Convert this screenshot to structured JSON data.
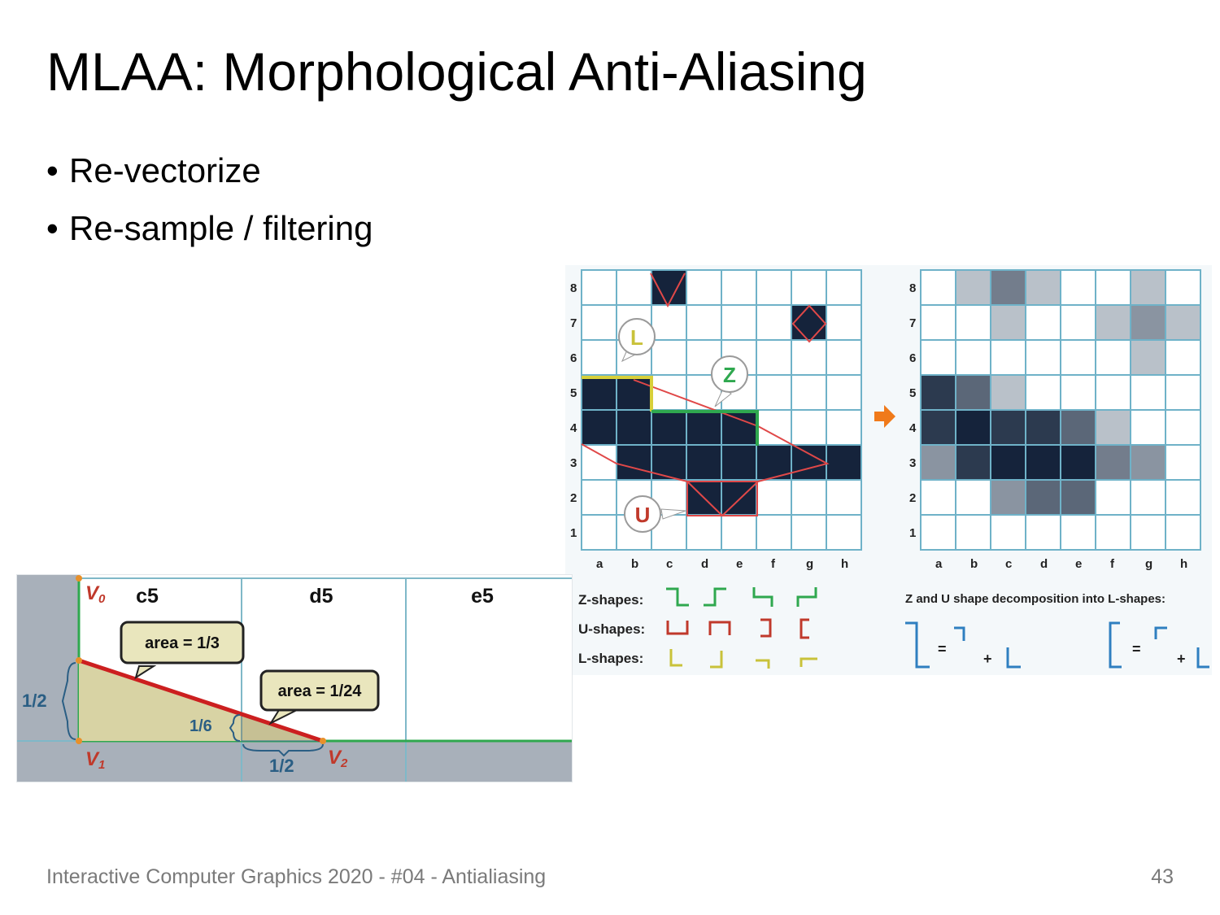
{
  "slide": {
    "title": "MLAA: Morphological Anti-Aliasing",
    "bullets": [
      "Re-vectorize",
      "Re-sample / filtering"
    ],
    "footer": "Interactive Computer Graphics 2020 - #04 - Antialiasing",
    "page_number": "43"
  },
  "grid_figure": {
    "column_labels": [
      "a",
      "b",
      "c",
      "d",
      "e",
      "f",
      "g",
      "h"
    ],
    "row_labels": [
      "8",
      "7",
      "6",
      "5",
      "4",
      "3",
      "2",
      "1"
    ],
    "callouts": {
      "l": "L",
      "z": "Z",
      "u": "U"
    },
    "shape_legend": [
      "Z-shapes:",
      "U-shapes:",
      "L-shapes:"
    ],
    "decomposition_caption": "Z and U shape decomposition into L-shapes:",
    "plus": "+",
    "equals": "=",
    "colors": {
      "grid_line": "#6fb2c8",
      "filled": "#15233b",
      "edge": "#e04848",
      "z_shape": "#2fa84f",
      "u_shape": "#c0392b",
      "l_shape": "#c9c23a",
      "decomp": "#2f7fc0"
    }
  },
  "area_figure": {
    "columns": [
      "c5",
      "d5",
      "e5"
    ],
    "vertices": {
      "v0": "V",
      "v0_sub": "0",
      "v1": "V",
      "v1_sub": "1",
      "v2": "V",
      "v2_sub": "2"
    },
    "callout_1": "area = 1/3",
    "callout_2": "area = 1/24",
    "label_half_left": "1/2",
    "label_sixth": "1/6",
    "label_half_bottom": "1/2"
  }
}
